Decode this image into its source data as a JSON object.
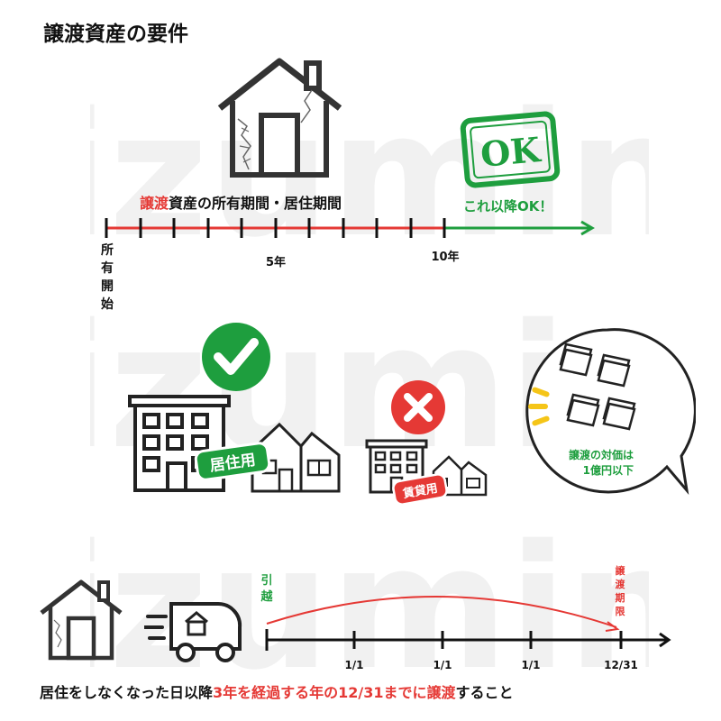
{
  "title": "譲渡資産の要件",
  "watermark": "izumin",
  "timeline": {
    "label_red": "譲渡",
    "label_rest": "資産の所有期間・居住期間",
    "start_label": "所有開始",
    "tick_5": "5年",
    "tick_10": "10年",
    "ok_stamp": "OK",
    "ok_caption": "これ以降OK！"
  },
  "middle": {
    "residential_tag": "居住用",
    "rental_tag": "賃貸用",
    "price_note": [
      "譲渡の対価は",
      "1億円以下"
    ]
  },
  "bottom": {
    "move_label": "引越",
    "deadline_label": "譲渡期限",
    "ticks": [
      "1/1",
      "1/1",
      "1/1",
      "12/31"
    ],
    "caption_black": "居住をしなくなった日以降",
    "caption_red": "3年を経過する年の12/31までに譲渡",
    "caption_end": "すること"
  },
  "colors": {
    "green": "#1e9e3e",
    "red": "#e53935",
    "dark": "#111111",
    "watermark": "#f1f1f1"
  }
}
